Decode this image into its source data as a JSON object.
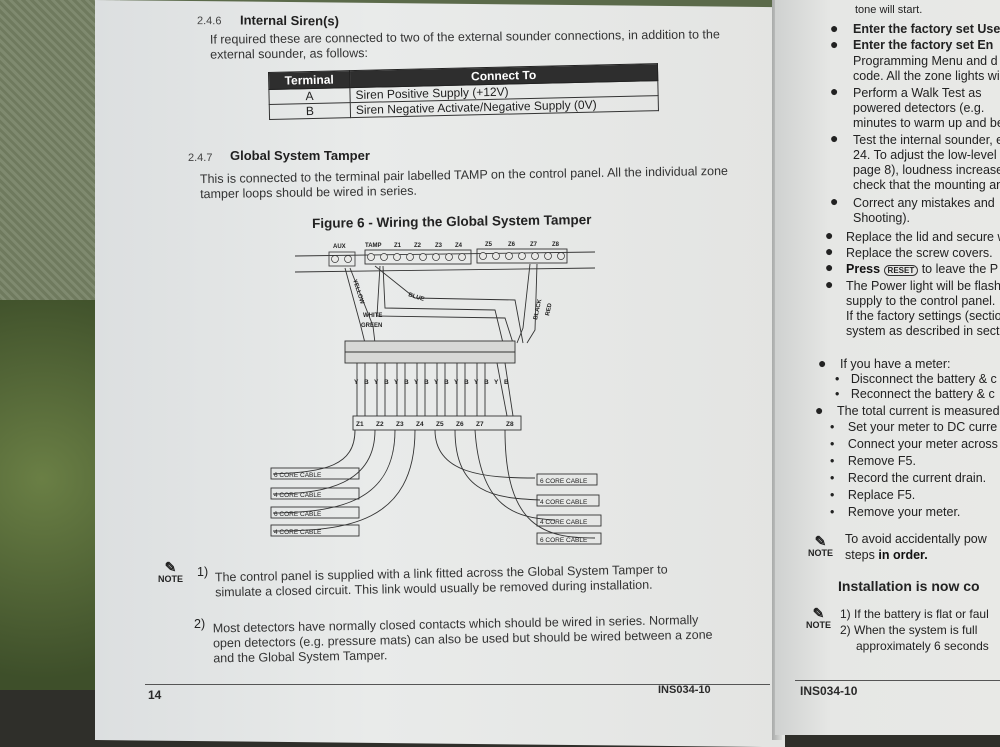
{
  "left_page": {
    "s246_num": "2.4.6",
    "s246_title": "Internal Siren(s)",
    "s246_body": "If required these are connected to two of the external sounder connections, in addition to the external sounder, as follows:",
    "table": {
      "headers": [
        "Terminal",
        "Connect To"
      ],
      "rows": [
        [
          "A",
          "Siren Positive Supply (+12V)"
        ],
        [
          "B",
          "Siren Negative Activate/Negative Supply (0V)"
        ]
      ]
    },
    "s247_num": "2.4.7",
    "s247_title": "Global System Tamper",
    "s247_body": "This is connected to the terminal pair labelled TAMP on the control panel. All the individual zone tamper loops should be wired in series.",
    "figure_title": "Figure 6 - Wiring the Global System Tamper",
    "figure": {
      "panel_labels": [
        "AUX",
        "TAMP",
        "Z1",
        "Z2",
        "Z3",
        "Z4",
        "Z5",
        "Z6",
        "Z7",
        "Z8"
      ],
      "wire_labels": [
        "YELLOW",
        "BLUE",
        "WHITE",
        "GREEN",
        "BLACK",
        "RED"
      ],
      "yb_labels": [
        "Y",
        "B",
        "Y",
        "B",
        "Y",
        "B",
        "Y",
        "B",
        "Y",
        "B",
        "Y",
        "B",
        "Y",
        "B",
        "Y",
        "B"
      ],
      "zone_labels": [
        "Z1",
        "Z2",
        "Z3",
        "Z4",
        "Z5",
        "Z6",
        "Z7",
        "Z8"
      ],
      "cables_left": [
        "6 CORE CABLE",
        "4 CORE CABLE",
        "6 CORE CABLE",
        "4 CORE CABLE"
      ],
      "cables_right": [
        "6 CORE CABLE",
        "4 CORE CABLE",
        "4 CORE CABLE",
        "6 CORE CABLE"
      ]
    },
    "note_label": "NOTE",
    "note1_num": "1)",
    "note1": "The control panel is supplied with a link fitted across the Global System Tamper to simulate a closed circuit. This link would usually be removed during installation.",
    "note2_num": "2)",
    "note2": "Most detectors have normally closed contacts which should be wired in series. Normally open detectors (e.g. pressure mats) can also be used but should be wired between a zone and the Global System Tamper.",
    "page_number": "14",
    "doc_code": "INS034-10"
  },
  "right_page": {
    "top_line": "tone will start.",
    "bullets": [
      "Enter the factory set Use",
      "Enter the factory set En",
      "Perform a Walk Test as",
      "Test the internal sounder, e",
      "Correct any mistakes and",
      "Replace the lid and secure w",
      "Replace the screw covers.",
      "Press",
      "The Power light will be flash"
    ],
    "cont_lines": [
      "Programming Menu and d",
      "code. All the zone lights wil",
      "powered detectors (e.g.",
      "minutes to warm up and be",
      "24. To adjust the low-level",
      "page 8), loudness increase",
      "check that the mounting and",
      "Shooting).",
      "supply to the control panel.",
      "If the factory settings (sectio",
      "system as described in sectio"
    ],
    "reset_key": "RESET",
    "press_rest": "to leave the P",
    "meter_bullet": "If you have a meter:",
    "meter_items": [
      "Disconnect the battery & c",
      "Reconnect the battery & c"
    ],
    "current_bullet": "The total current is measured",
    "current_items": [
      "Set your meter to DC curre",
      "Connect your meter across",
      "Remove F5.",
      "Record the current drain.",
      "Replace F5.",
      "Remove your meter."
    ],
    "note_a": "To avoid accidentally pow",
    "note_b_pre": "steps ",
    "note_b_bold": "in order.",
    "complete_title": "Installation is now co",
    "note_label": "NOTE",
    "rn1": "1) If the battery is flat or faul",
    "rn2": "2) When the system is full",
    "rn2b": "approximately 6 seconds",
    "doc_code": "INS034-10"
  }
}
